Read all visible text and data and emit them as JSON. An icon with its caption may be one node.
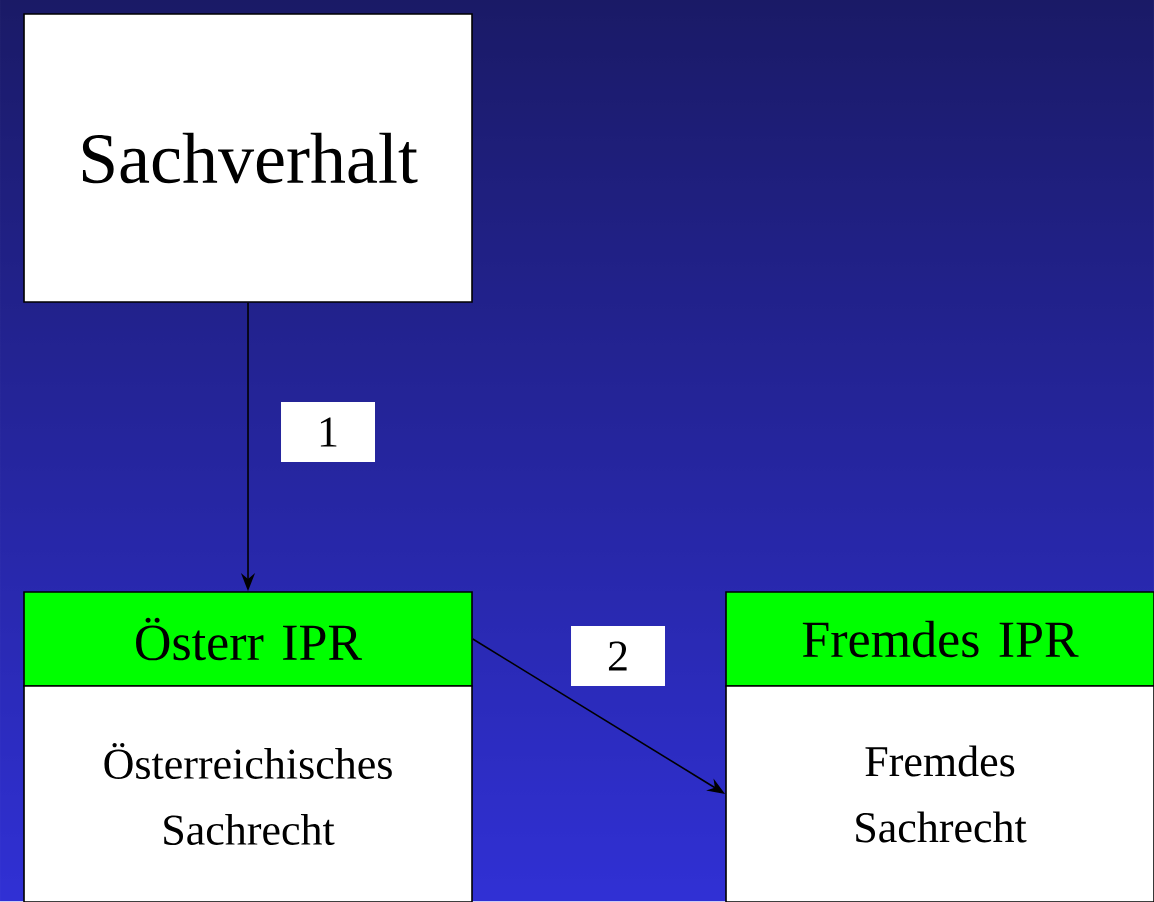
{
  "diagram": {
    "nodes": [
      {
        "text": [
          "Sachverhalt"
        ]
      },
      {
        "text": [
          "Österr IPR"
        ]
      },
      {
        "text": [
          "Österreichisches Sachrecht"
        ]
      },
      {
        "text": [
          "Fremdes IPR"
        ]
      },
      {
        "text": [
          "Fremdes Sachrecht"
        ]
      }
    ],
    "edges": [
      {
        "from": 0,
        "to": 1,
        "arrow": "to",
        "label": "1"
      },
      {
        "from": 1,
        "to": 4,
        "arrow": "to",
        "label": "2"
      }
    ]
  }
}
